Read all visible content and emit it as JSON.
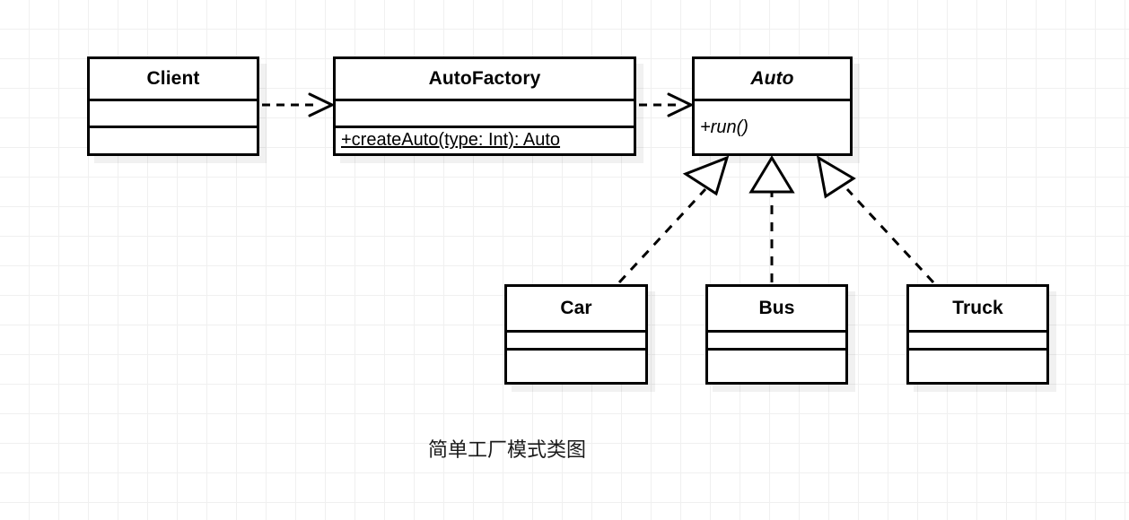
{
  "diagram": {
    "caption": "简单工厂模式类图",
    "line_color": "#000000",
    "box_fill": "#ffffff",
    "shadow_color": "#efefef",
    "grid_color": "#f0f0f0",
    "classes": [
      {
        "id": "client",
        "name": "Client",
        "abstract": false,
        "attributes": "",
        "operations": ""
      },
      {
        "id": "autofactory",
        "name": "AutoFactory",
        "abstract": false,
        "attributes": "",
        "operations": "+createAuto(type: Int): Auto"
      },
      {
        "id": "auto",
        "name": "Auto",
        "abstract": true,
        "attributes": "",
        "operations": "+run()"
      },
      {
        "id": "car",
        "name": "Car",
        "abstract": false,
        "attributes": "",
        "operations": ""
      },
      {
        "id": "bus",
        "name": "Bus",
        "abstract": false,
        "attributes": "",
        "operations": ""
      },
      {
        "id": "truck",
        "name": "Truck",
        "abstract": false,
        "attributes": "",
        "operations": ""
      }
    ],
    "relations": [
      {
        "id": "client-autofactory",
        "from": "Client",
        "to": "AutoFactory",
        "type": "dependency",
        "style": "dashed",
        "arrow": "open-arrow"
      },
      {
        "id": "autofactory-auto",
        "from": "AutoFactory",
        "to": "Auto",
        "type": "dependency",
        "style": "dashed",
        "arrow": "open-arrow"
      },
      {
        "id": "car-auto",
        "from": "Car",
        "to": "Auto",
        "type": "realization",
        "style": "dashed",
        "arrow": "hollow-triangle"
      },
      {
        "id": "bus-auto",
        "from": "Bus",
        "to": "Auto",
        "type": "realization",
        "style": "dashed",
        "arrow": "hollow-triangle"
      },
      {
        "id": "truck-auto",
        "from": "Truck",
        "to": "Auto",
        "type": "realization",
        "style": "dashed",
        "arrow": "hollow-triangle"
      }
    ]
  }
}
